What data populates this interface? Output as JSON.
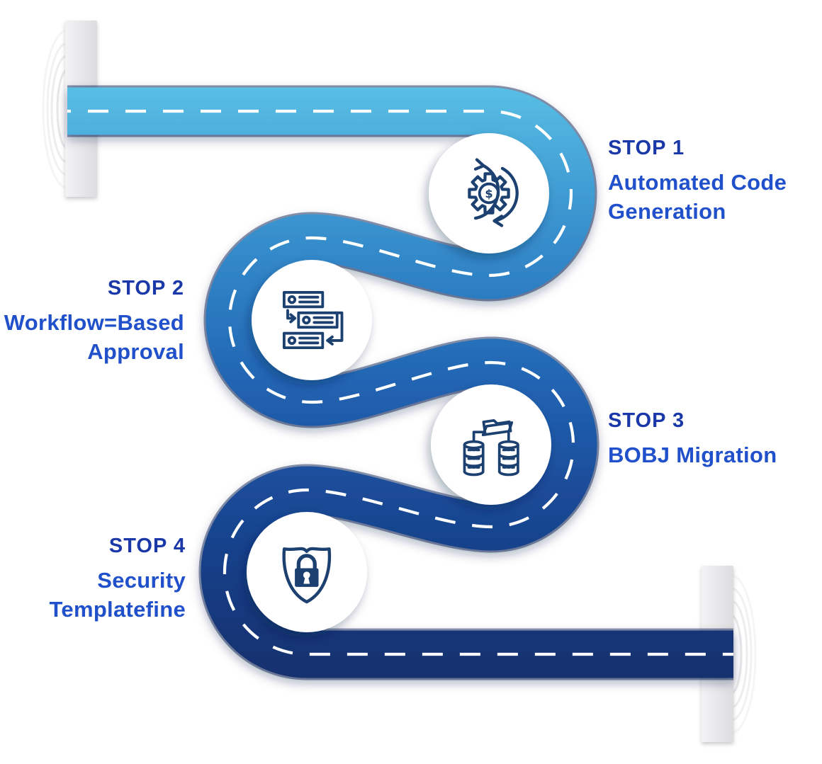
{
  "stops": [
    {
      "label": "STOP 1",
      "lines": [
        "Automated Code",
        "Generation"
      ],
      "icon": "gear-dollar-sync-icon"
    },
    {
      "label": "STOP 2",
      "lines": [
        "Workflow=Based",
        "Approval"
      ],
      "icon": "workflow-approval-icon"
    },
    {
      "label": "STOP 3",
      "lines": [
        "BOBJ Migration",
        ""
      ],
      "icon": "folder-database-migration-icon"
    },
    {
      "label": "STOP 4",
      "lines": [
        "Security",
        "Templatefine"
      ],
      "icon": "shield-lock-icon"
    }
  ],
  "icon_glyphs": {
    "dollar": "$"
  },
  "colors": {
    "road_gradient_top": "#5AC2E6",
    "road_gradient_mid": "#2163B2",
    "road_gradient_bottom": "#142F6A",
    "road_outline": "#0D2A5C",
    "road_dash": "#FFFFFF",
    "stop_label_text": "#1B38A8",
    "stop_desc_text": "#2150CB",
    "icon_stroke": "#1C4170",
    "post_gray": "#E8E8EA",
    "ripple_gray": "#E5E5E8",
    "badge_fill": "#FFFFFF"
  }
}
